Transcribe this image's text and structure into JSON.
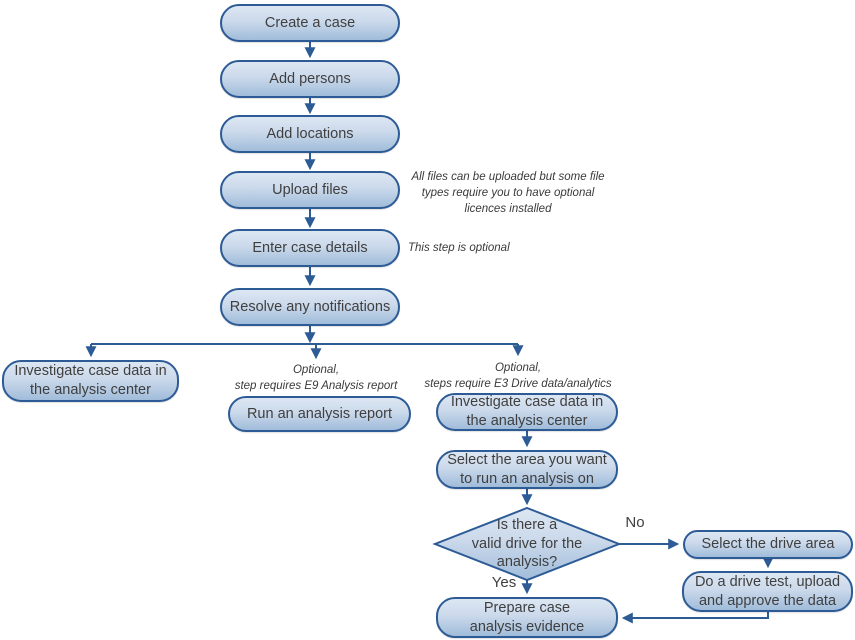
{
  "diagram": {
    "type": "flowchart",
    "colors": {
      "node_border": "#2d5b96",
      "node_fill_top": "#dde7f3",
      "node_fill_mid": "#cbd9eb",
      "node_fill_bottom": "#a0bcda",
      "arrow": "#2d5b96",
      "node_text": "#3f3f3f",
      "note_text": "#3a3a3a",
      "background": "#ffffff"
    },
    "nodes": {
      "create_case": {
        "label": "Create a case"
      },
      "add_persons": {
        "label": "Add persons"
      },
      "add_locations": {
        "label": "Add locations"
      },
      "upload_files": {
        "label": "Upload files"
      },
      "enter_case_details": {
        "label": "Enter case details"
      },
      "resolve_notifications": {
        "label": "Resolve any notifications"
      },
      "investigate_left": {
        "label": "Investigate case data in\nthe analysis center"
      },
      "run_analysis_report": {
        "label": "Run an analysis report"
      },
      "investigate_right": {
        "label": "Investigate case data in\nthe analysis center"
      },
      "select_area": {
        "label": "Select the area you want\nto run an analysis on"
      },
      "drive_decision": {
        "label": "Is there a\nvalid drive for the\nanalysis?"
      },
      "select_drive_area": {
        "label": "Select the drive area"
      },
      "drive_test": {
        "label": "Do a drive test, upload\nand approve the data"
      },
      "prepare_evidence": {
        "label": "Prepare case\nanalysis evidence"
      }
    },
    "notes": {
      "upload_note": "All files can be uploaded but some file\ntypes require you to have optional\nlicences installed",
      "details_note": "This step is optional",
      "report_note": "Optional,\nstep requires E9 Analysis report",
      "drive_note": "Optional,\nsteps require E3 Drive data/analytics"
    },
    "edge_labels": {
      "no": "No",
      "yes": "Yes"
    }
  }
}
